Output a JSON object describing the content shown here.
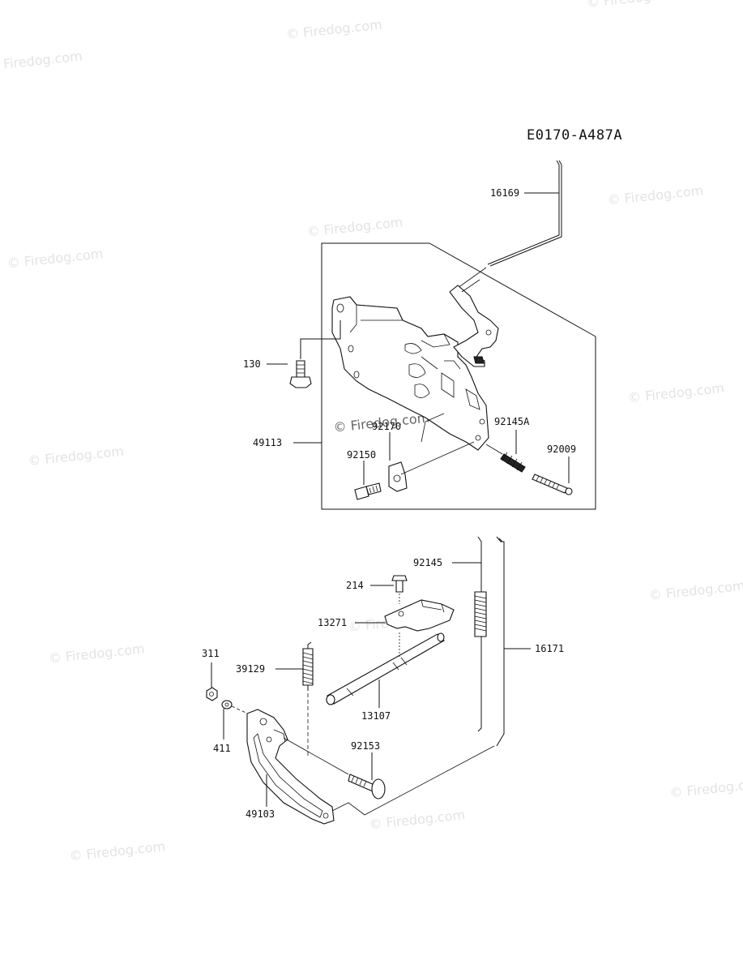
{
  "diagram_code": "E0170-A487A",
  "watermark": "© Firedog.com",
  "parts": {
    "p16169": "16169",
    "p130": "130",
    "p49113": "49113",
    "p92170": "92170",
    "p92150": "92150",
    "p92145A": "92145A",
    "p92009": "92009",
    "p92145": "92145",
    "p214": "214",
    "p13271": "13271",
    "p16171": "16171",
    "p311": "311",
    "p39129": "39129",
    "p13107": "13107",
    "p411": "411",
    "p92153": "92153",
    "p49103": "49103"
  }
}
